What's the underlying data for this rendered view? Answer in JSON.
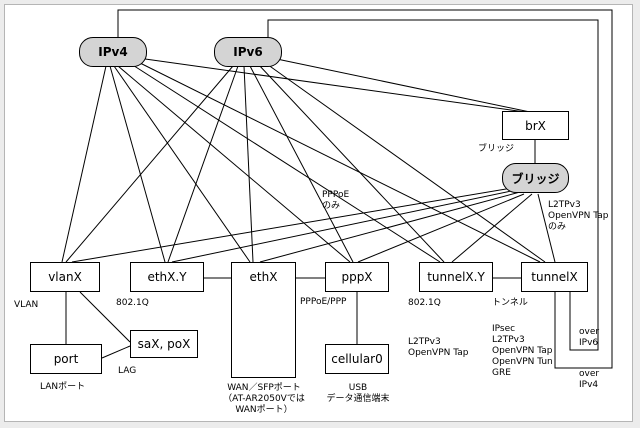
{
  "nodes": {
    "ipv4": "IPv4",
    "ipv6": "IPv6",
    "brx": "brX",
    "bridge": "ブリッジ",
    "vlanx": "vlanX",
    "ethxy": "ethX.Y",
    "ethx": "ethX",
    "pppx": "pppX",
    "tunnelxy": "tunnelX.Y",
    "tunnelx": "tunnelX",
    "port": "port",
    "saxpox": "saX, poX",
    "cellular": "cellular0"
  },
  "labels": {
    "brx_caption": "ブリッジ",
    "pppoe_only_1": "PPPoE",
    "pppoe_only_2": "のみ",
    "l2_1": "L2TPv3",
    "l2_2": "OpenVPN Tap",
    "l2_3": "のみ",
    "vlan": "VLAN",
    "dot1q_eth": "802.1Q",
    "pppoe_ppp": "PPPoE/PPP",
    "dot1q_tun": "802.1Q",
    "tunnel": "トンネル",
    "lanport": "LANポート",
    "lag": "LAG",
    "wan_1": "WAN／SFPポート",
    "wan_2": "（AT-AR2050Vでは",
    "wan_3": "WANポート）",
    "usb_1": "USB",
    "usb_2": "データ通信端末",
    "tx_l2_1": "L2TPv3",
    "tx_l2_2": "OpenVPN Tap",
    "tn_1": "IPsec",
    "tn_2": "L2TPv3",
    "tn_3": "OpenVPN Tap",
    "tn_4": "OpenVPN Tun",
    "tn_5": "GRE",
    "over6_1": "over",
    "over6_2": "IPv6",
    "over4_1": "over",
    "over4_2": "IPv4"
  }
}
